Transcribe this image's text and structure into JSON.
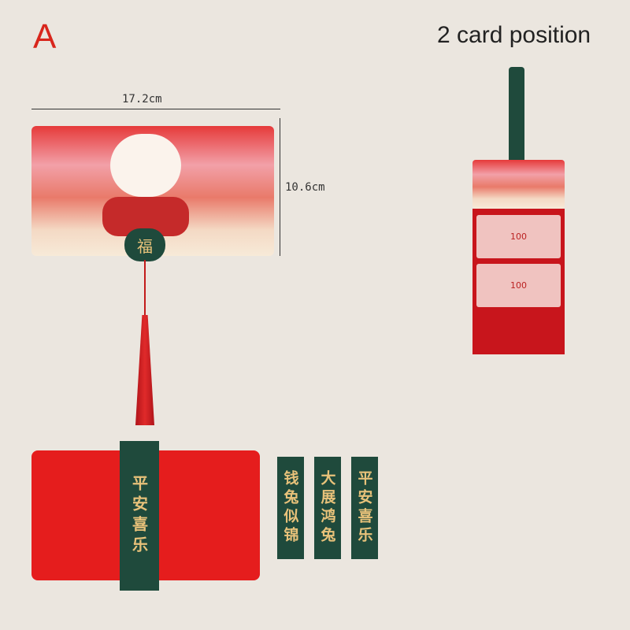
{
  "label": "A",
  "title": "2 card position",
  "dimensions": {
    "width": "17.2cm",
    "height": "10.6cm"
  },
  "card": {
    "badge": "福"
  },
  "band": {
    "text": "平安喜乐"
  },
  "strips": [
    "钱兔似锦",
    "大展鸿兔",
    "平安喜乐"
  ],
  "banknote": {
    "value": "100"
  },
  "colors": {
    "red": "#e51d1d",
    "green": "#1f4a3c",
    "gold": "#e8c27a"
  }
}
